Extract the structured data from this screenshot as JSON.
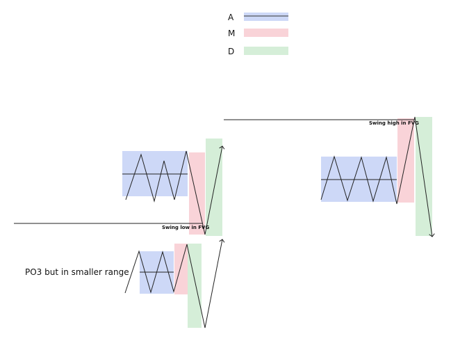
{
  "legend": {
    "items": [
      {
        "letter": "A",
        "color": "#cdd8f7"
      },
      {
        "letter": "M",
        "color": "#f9d3d8"
      },
      {
        "letter": "D",
        "color": "#d5eed8"
      }
    ]
  },
  "labels": {
    "swing_low": "Swing low in FVG",
    "swing_high": "Swing high in FVG",
    "smaller_range": "PO3 but in smaller range"
  },
  "colors": {
    "accumulation": "#cdd8f7",
    "manipulation": "#f9d3d8",
    "distribution": "#d5eed8",
    "line": "#222222"
  }
}
